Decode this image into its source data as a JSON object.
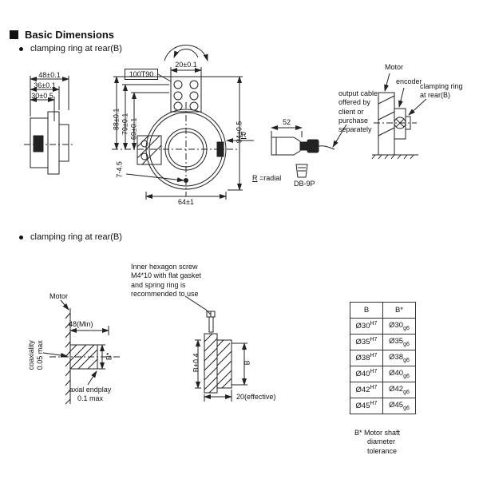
{
  "header": {
    "title": "Basic Dimensions",
    "section1_bullet": "clamping ring at rear(B)",
    "section2_bullet": "clamping ring at rear(B)"
  },
  "top_view": {
    "dims": {
      "width_48": "48±0.1",
      "width_36": "36±0.1",
      "width_30": "30±0.5",
      "model_label": "100T90",
      "connector_width": "20±0.1",
      "height_88": "88±0.1",
      "height_79": "79±0.1",
      "height_69": "69±0.1",
      "height_94": "94±0.5",
      "holes": "7-4.5",
      "width_64": "64±1",
      "cable_52": "52",
      "r_label": "R"
    },
    "cable": {
      "r_symbol": "R",
      "r_meaning": "=radial",
      "connector_type": "DB-9P",
      "note_lines": [
        "output cable",
        "offered by",
        "client or",
        "purchase",
        "separately"
      ]
    },
    "assembly": {
      "motor": "Motor",
      "encoder": "encoder",
      "clamp_lines": [
        "clamping ring",
        "at rear(B)"
      ]
    }
  },
  "bottom_view": {
    "screw_note_lines": [
      "Inner hexagon screw",
      "M4*10 with flat gasket",
      "and spring ring is",
      "recommended to use"
    ],
    "motor": "Motor",
    "dim_48min": "48(Min)",
    "coaxiality_lines": [
      "coaxiality",
      "0.05 max"
    ],
    "axial_lines": [
      "axial endplay",
      "0.1 max"
    ],
    "shaft_dia": "B*",
    "bore_dia": "B+0.4",
    "dia_b": "B",
    "effective": "20(effective)"
  },
  "table": {
    "col1_header": "B",
    "col2_header": "B*",
    "rows": [
      {
        "b": "Ø30",
        "b_tol": "H7",
        "bs": "Ø30",
        "bs_tol": "g6"
      },
      {
        "b": "Ø35",
        "b_tol": "H7",
        "bs": "Ø35",
        "bs_tol": "g6"
      },
      {
        "b": "Ø38",
        "b_tol": "H7",
        "bs": "Ø38",
        "bs_tol": "g6"
      },
      {
        "b": "Ø40",
        "b_tol": "H7",
        "bs": "Ø40",
        "bs_tol": "g6"
      },
      {
        "b": "Ø42",
        "b_tol": "H7",
        "bs": "Ø42",
        "bs_tol": "g6"
      },
      {
        "b": "Ø45",
        "b_tol": "H7",
        "bs": "Ø45",
        "bs_tol": "g6"
      }
    ],
    "note_lines": [
      "B*  Motor shaft",
      "diameter",
      "tolerance"
    ]
  }
}
